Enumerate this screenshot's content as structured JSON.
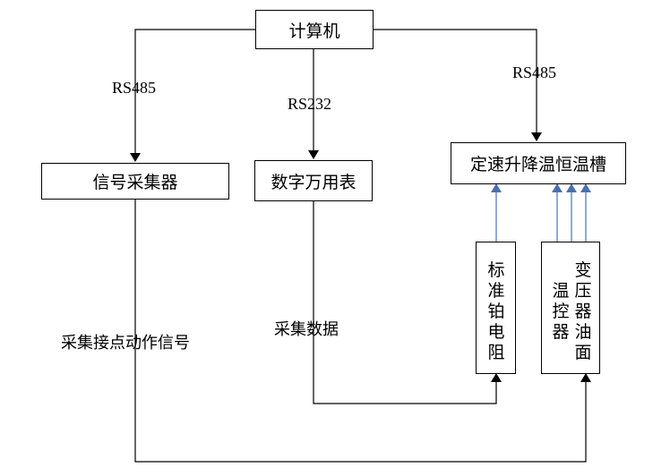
{
  "nodes": {
    "computer": "计算机",
    "signal_collector": "信号采集器",
    "multimeter": "数字万用表",
    "bath": "定速升降温恒温槽",
    "platinum_resistor": "标准铂电阻",
    "transformer_oil_col1": "变压器油面",
    "transformer_oil_col2": "温控器"
  },
  "edges": {
    "rs485_left": "RS485",
    "rs232": "RS232",
    "rs485_right": "RS485",
    "collect_contact_signal": "采集接点动作信号",
    "collect_data": "采集数据"
  },
  "colors": {
    "line": "#000000",
    "blue_arrow": "#4a6fb0"
  }
}
